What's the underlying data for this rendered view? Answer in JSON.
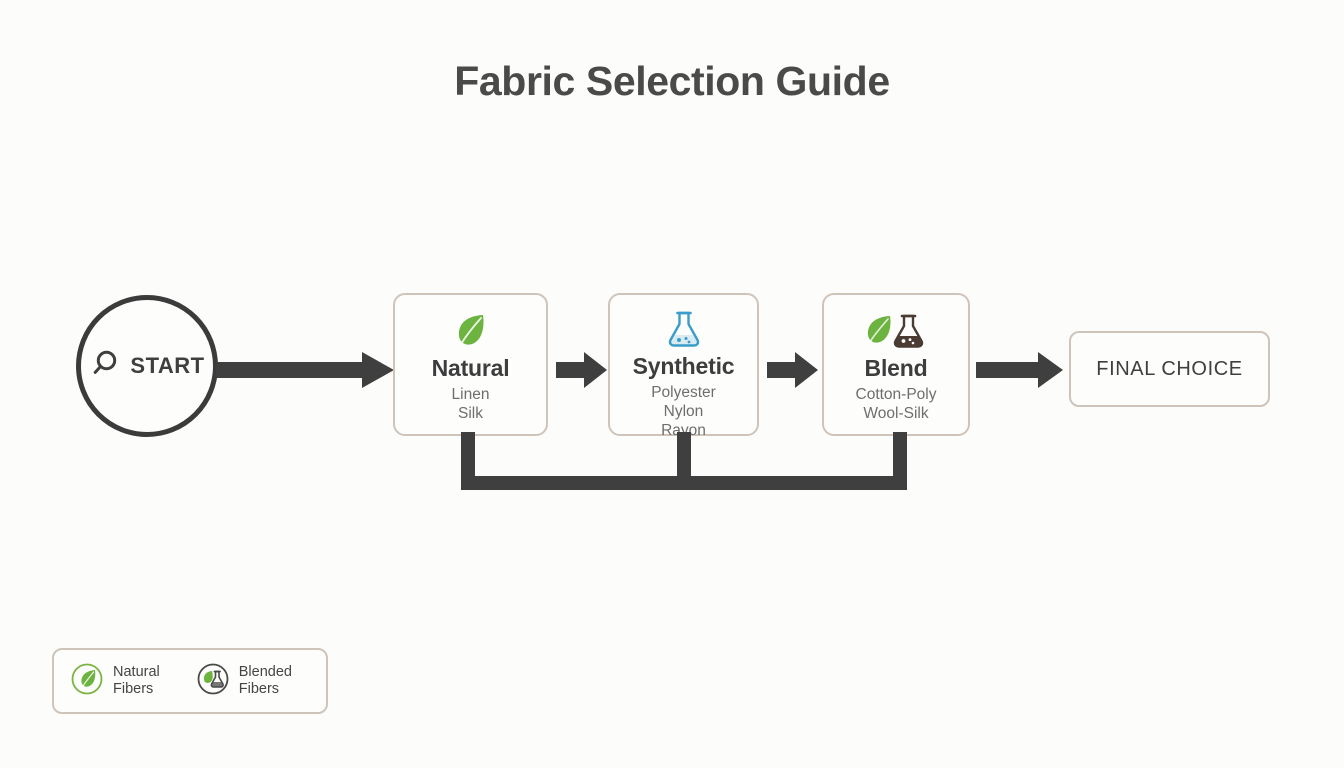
{
  "page": {
    "title": "Fabric Selection Guide",
    "background_color": "#fcfcfb"
  },
  "colors": {
    "arrow": "#3f3f3f",
    "box_border": "#cec4ba",
    "title_text": "#4a4a48",
    "leaf_green": "#6cb33f",
    "flask_blue": "#3a9dc9",
    "blend_flask": "#4a3b33"
  },
  "start": {
    "label": "START",
    "icon": "magnifier-icon"
  },
  "flow": {
    "nodes": [
      {
        "id": "natural",
        "title": "Natural",
        "icon": "leaf-icon",
        "items": [
          "Linen",
          "Silk"
        ]
      },
      {
        "id": "synthetic",
        "title": "Synthetic",
        "icon": "flask-icon",
        "items": [
          "Polyester",
          "Nylon",
          "Rayon"
        ]
      },
      {
        "id": "blend",
        "title": "Blend",
        "icon": "leaf-flask-icon",
        "items": [
          "Cotton-Poly",
          "Wool-Silk"
        ]
      }
    ],
    "final": {
      "label": "FINAL CHOICE"
    }
  },
  "legend": {
    "items": [
      {
        "icon": "leaf-badge-icon",
        "line1": "Natural",
        "line2": "Fibers"
      },
      {
        "icon": "blend-badge-icon",
        "line1": "Blended",
        "line2": "Fibers"
      }
    ]
  }
}
